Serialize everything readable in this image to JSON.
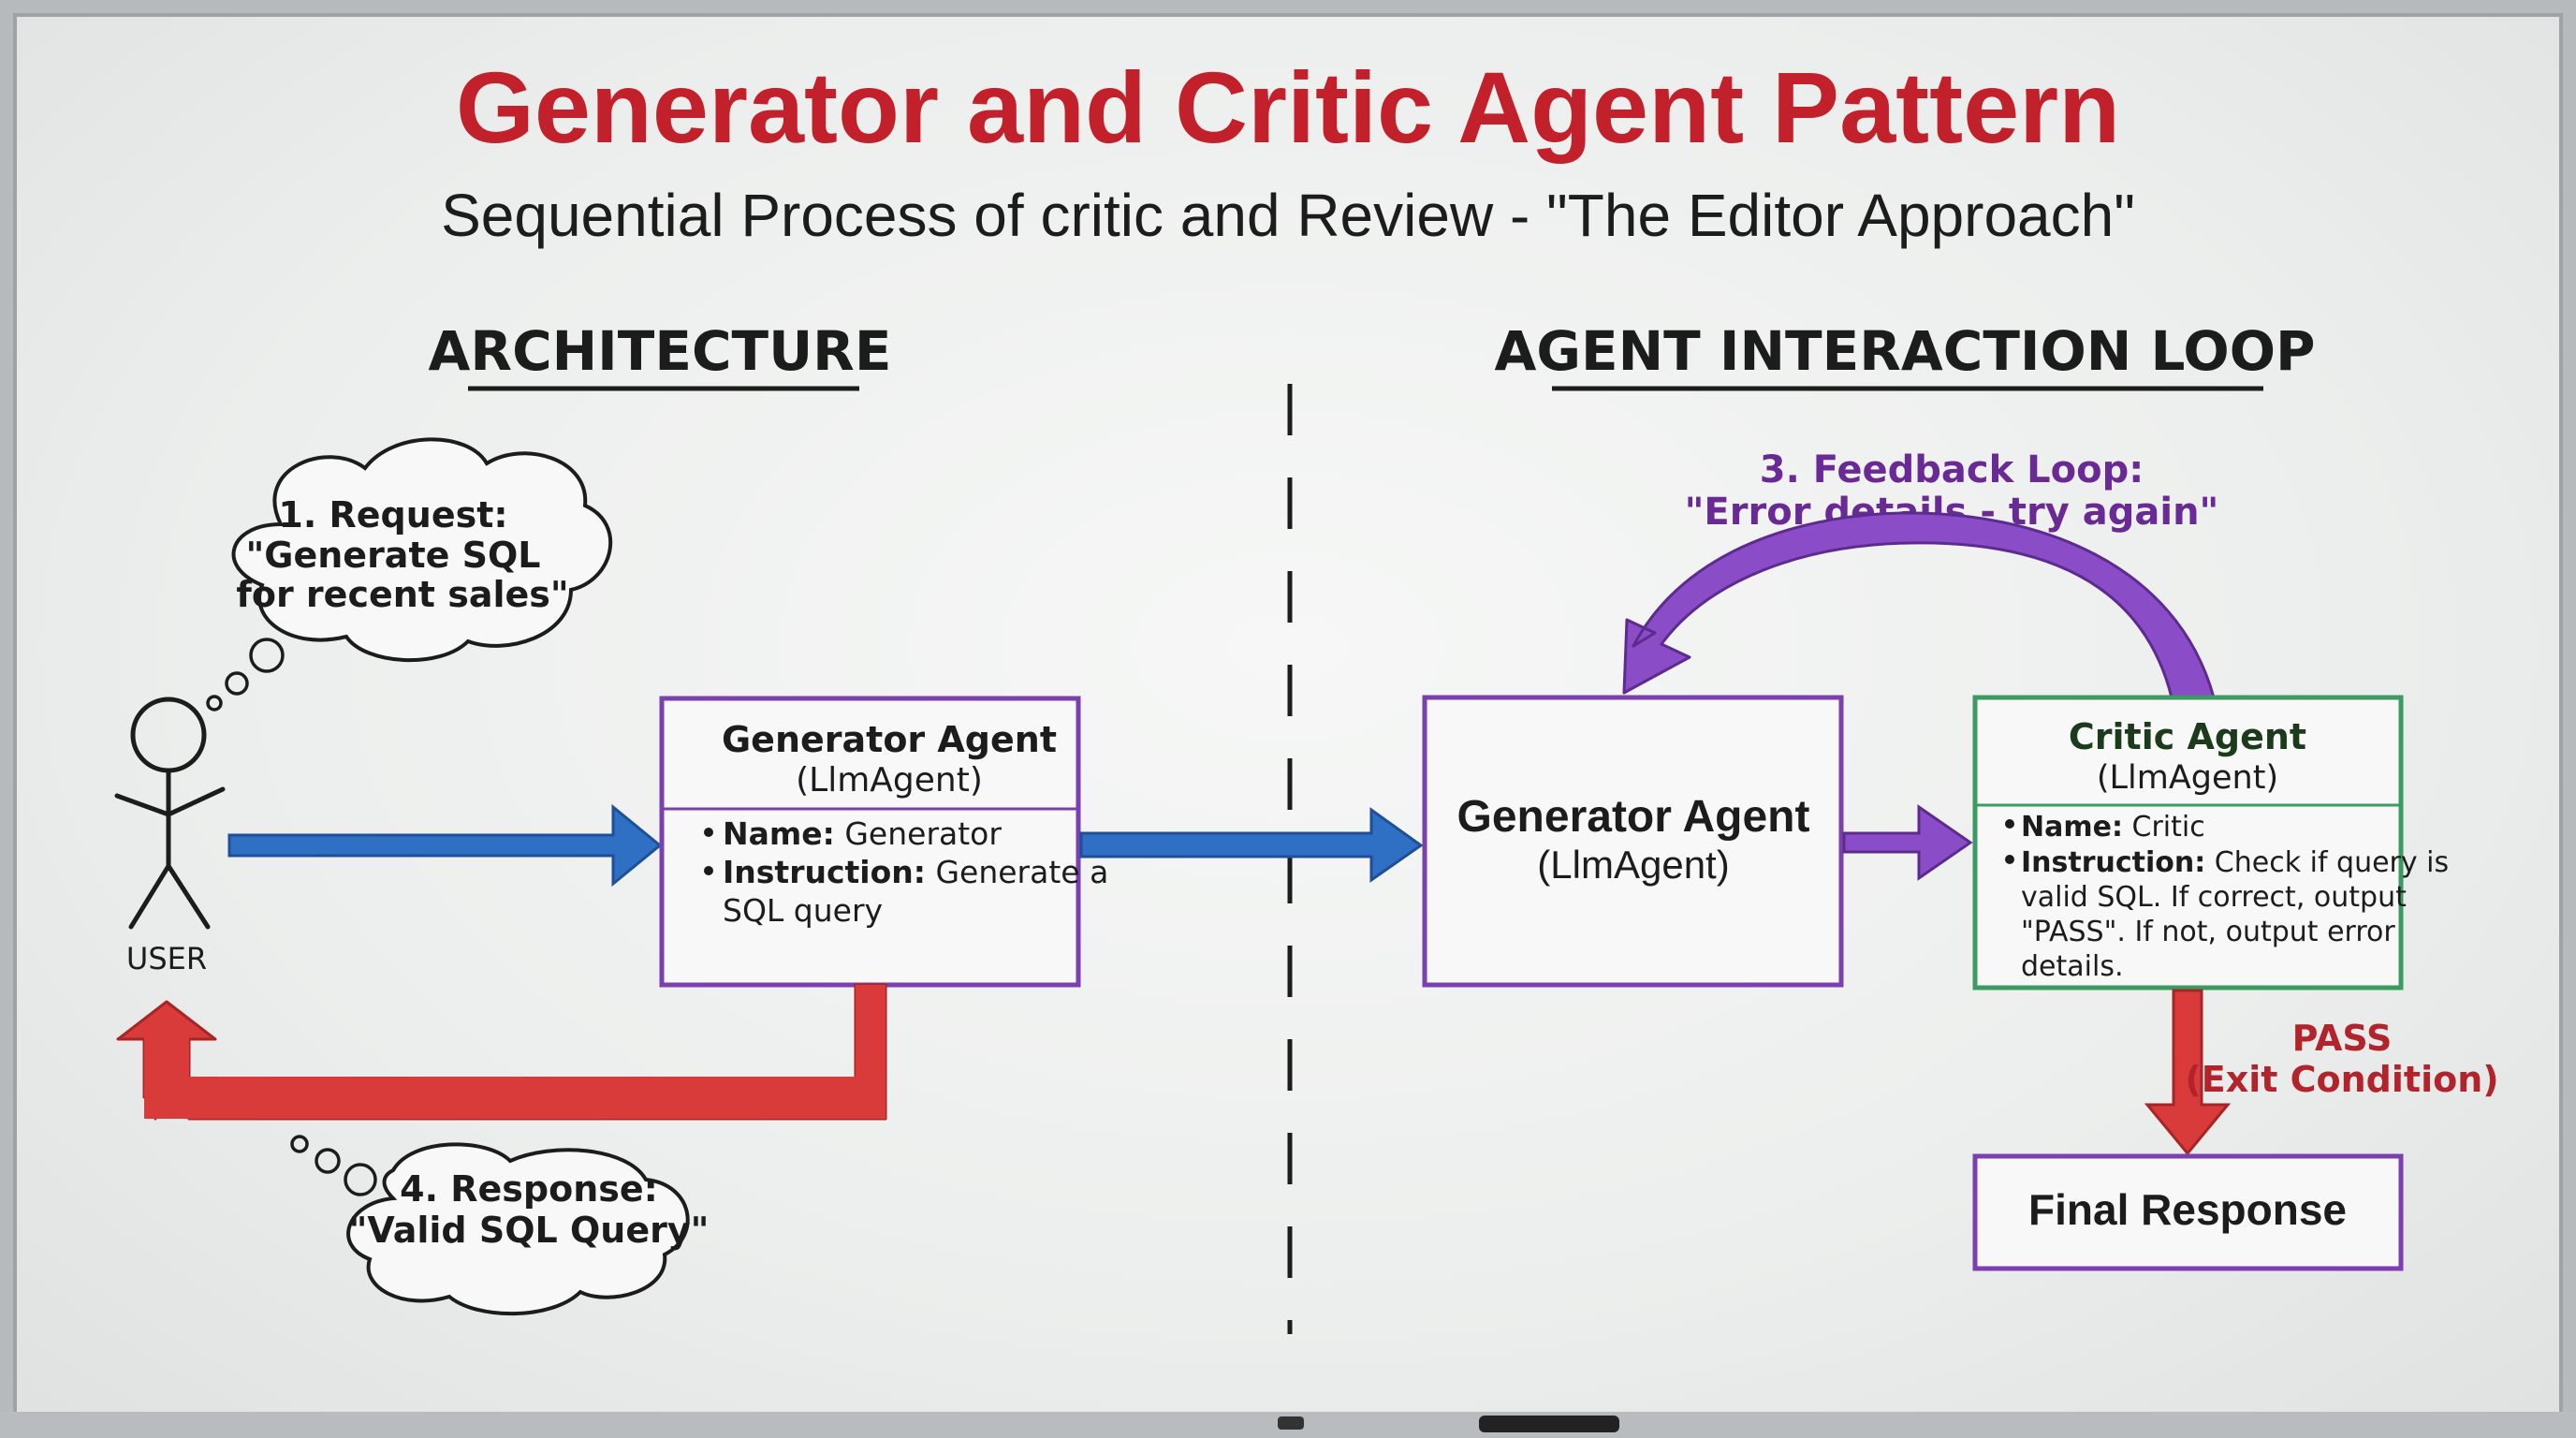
{
  "title": "Generator and Critic Agent Pattern",
  "subtitle": "Sequential Process of critic and Review - \"The Editor Approach\"",
  "colors": {
    "title": "#c2212b",
    "ink": "#1c1c1c",
    "blue_arrow": "#2f6fc4",
    "red_arrow": "#d93a3a",
    "purple": "#7b3fb0",
    "green": "#3d9a62",
    "purple_text": "#6a2a96",
    "red_text": "#b3232b"
  },
  "architecture": {
    "heading": "ARCHITECTURE",
    "user_label": "USER",
    "request_bubble": [
      "1. Request:",
      "\"Generate SQL",
      "for recent sales\""
    ],
    "response_bubble": [
      "4. Response:",
      "\"Valid SQL Query\""
    ],
    "generator": {
      "title": "Generator Agent",
      "type": "(LlmAgent)",
      "name_key": "Name:",
      "name_value": " Generator",
      "instruction_key": "Instruction:",
      "instruction_value_1": " Generate a",
      "instruction_value_2": "SQL query"
    }
  },
  "loop": {
    "heading": "AGENT INTERACTION LOOP",
    "feedback_line1": "3. Feedback Loop:",
    "feedback_line2": "\"Error details - try again\"",
    "generator_title": "Generator Agent",
    "generator_type": "(LlmAgent)",
    "critic": {
      "title": "Critic Agent",
      "type": "(LlmAgent)",
      "name_key": "Name:",
      "name_value": " Critic",
      "instruction_key": "Instruction:",
      "instruction_value_1": " Check if query is",
      "instruction_value_2": "valid SQL. If correct, output",
      "instruction_value_3": "\"PASS\". If not, output error",
      "instruction_value_4": "details."
    },
    "pass_label": "PASS",
    "exit_label": "(Exit Condition)",
    "final_response": "Final Response"
  }
}
